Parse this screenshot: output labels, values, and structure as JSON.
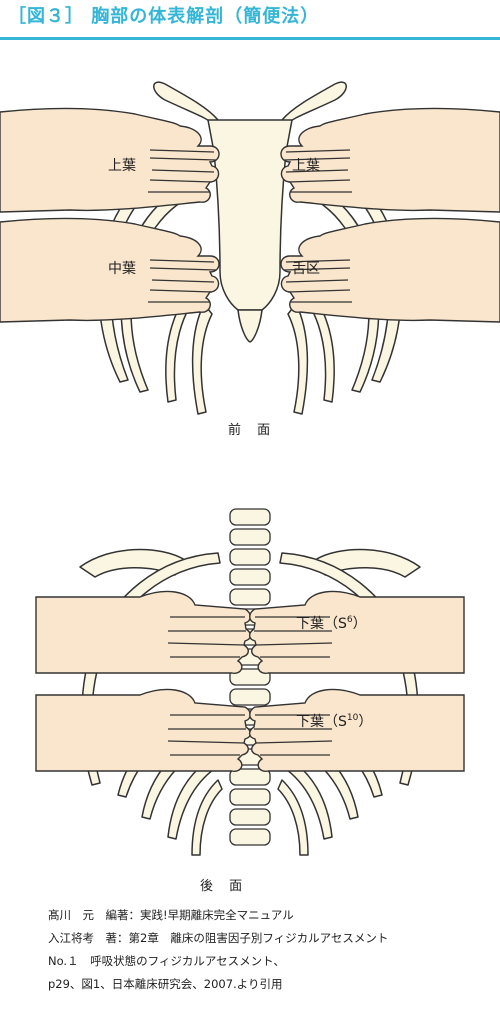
{
  "title": "［図３］ 胸部の体表解剖（簡便法）",
  "front": {
    "labels": {
      "upper_left": "上葉",
      "upper_right": "上葉",
      "middle_left": "中葉",
      "lingula_right": "舌区"
    },
    "view_label": "前 面"
  },
  "back": {
    "labels": {
      "lower_s6": "下葉（S",
      "lower_s6_sup": "6",
      "lower_s6_close": "）",
      "lower_s10": "下葉（S",
      "lower_s10_sup": "10",
      "lower_s10_close": "）"
    },
    "view_label": "後 面"
  },
  "credits": [
    "髙川　元　編著：実践!早期離床完全マニュアル",
    "入江将考　著：第2章　離床の阻害因子別フィジカルアセスメント",
    "No.１　呼吸状態のフィジカルアセスメント、",
    "p29、図1、日本離床研究会、2007.より引用"
  ],
  "colors": {
    "accent": "#35b6d6",
    "bone": "#fbf6e2",
    "skin": "#f9e6cc",
    "outline": "#333333"
  }
}
